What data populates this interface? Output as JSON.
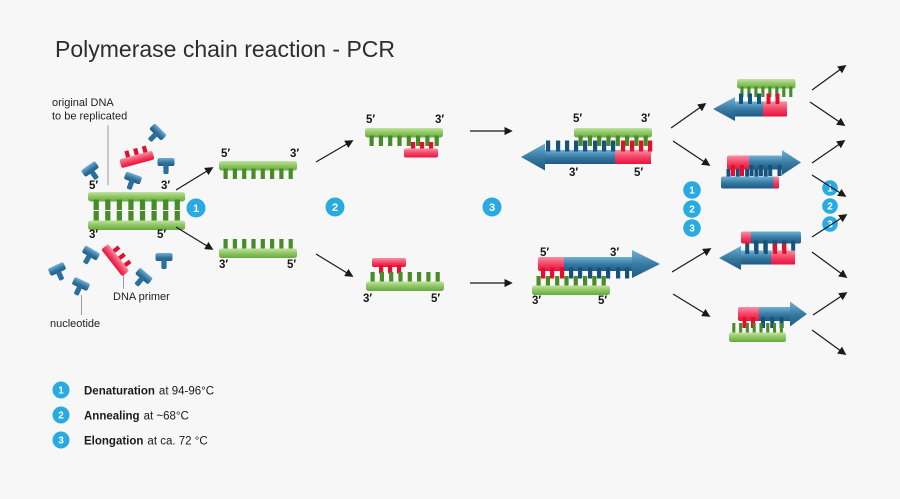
{
  "title": "Polymerase chain reaction - PCR",
  "annotations": {
    "original_dna_line1": "original DNA",
    "original_dna_line2": "to be replicated",
    "nucleotide": "nucleotide",
    "dna_primer": "DNA primer"
  },
  "prime": {
    "five": "5′",
    "three": "3′"
  },
  "steps": [
    {
      "number": "1",
      "name": "Denaturation",
      "detail": "at 94-96°C"
    },
    {
      "number": "2",
      "name": "Annealing",
      "detail": "at ~68°C"
    },
    {
      "number": "3",
      "name": "Elongation",
      "detail": "at ca. 72 °C"
    }
  ],
  "colors": {
    "background": "#f7f7f7",
    "strand_green": "#8dc663",
    "strand_green_teeth": "#478c29",
    "primer_red": "#f23e61",
    "primer_red_teeth": "#e40f2e",
    "new_strand_blue": "#34779f",
    "new_strand_blue_teeth": "#17527c",
    "step_badge": "#29abe2",
    "flow_arrow": "#1a1a1a",
    "text": "#1c1c1c"
  }
}
